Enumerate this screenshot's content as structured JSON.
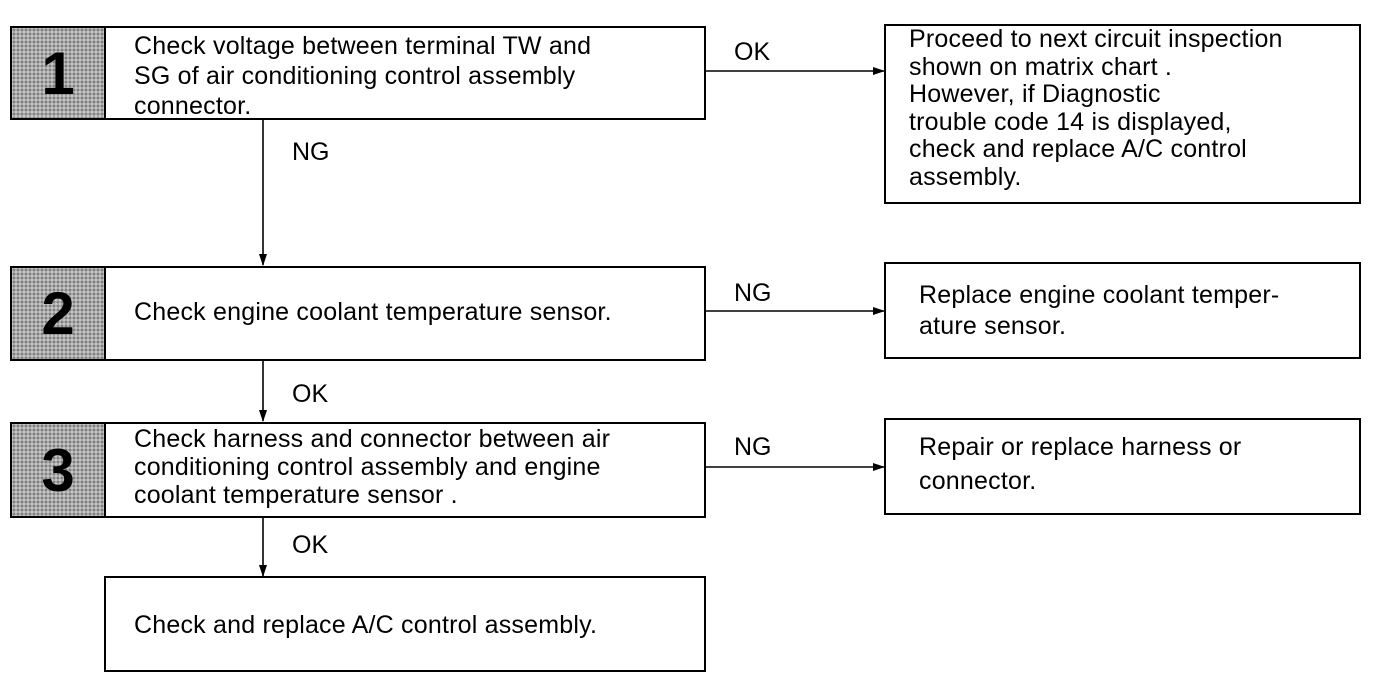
{
  "steps": [
    {
      "number": "1",
      "text": [
        "Check voltage between terminal TW and",
        "SG of air conditioning control assembly",
        "connector."
      ]
    },
    {
      "number": "2",
      "text": [
        "Check engine coolant temperature sensor."
      ]
    },
    {
      "number": "3",
      "text": [
        "Check harness and connector between air",
        "conditioning control assembly and engine",
        "coolant temperature sensor ."
      ]
    }
  ],
  "final_box": {
    "text": [
      "Check and replace A/C control assembly."
    ]
  },
  "results": [
    {
      "text": [
        "Proceed to next circuit inspection",
        "shown on matrix chart .",
        "However, if Diagnostic",
        "trouble code 14 is displayed,",
        "check and replace A/C control",
        "assembly."
      ]
    },
    {
      "text": [
        "Replace engine coolant temper-",
        "ature sensor."
      ]
    },
    {
      "text": [
        "Repair or replace harness or",
        "connector."
      ]
    }
  ],
  "labels": {
    "step1_right": "OK",
    "step1_down": "NG",
    "step2_right": "NG",
    "step2_down": "OK",
    "step3_right": "NG",
    "step3_down": "OK"
  }
}
